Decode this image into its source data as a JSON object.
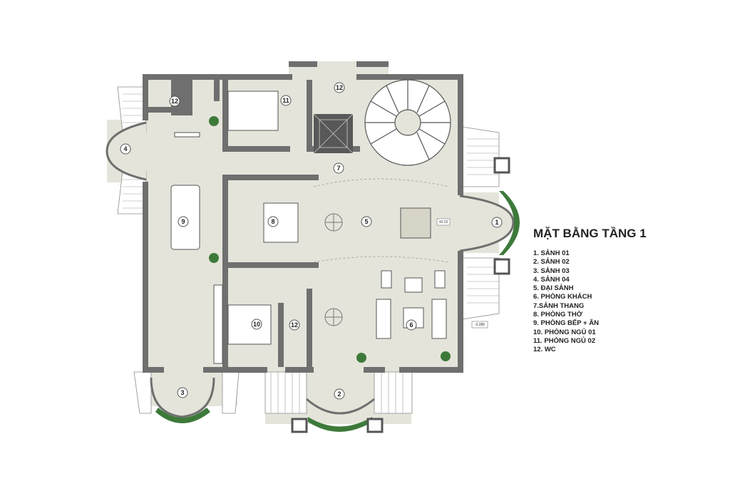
{
  "legend": {
    "title": "MẶT BẰNG TẦNG 1",
    "items": [
      "1. SẢNH 01",
      "2. SẢNH 02",
      "3. SẢNH 03",
      "4. SẢNH 04",
      "5. ĐẠI SẢNH",
      "6. PHÒNG KHÁCH",
      "7.SẢNH THANG",
      "8. PHÒNG THỜ",
      "9. PHÒNG BẾP + ĂN",
      "10. PHÒNG NGỦ 01",
      "11. PHÒNG NGỦ 02",
      "12. WC"
    ]
  },
  "room_markers": [
    "1",
    "2",
    "3",
    "4",
    "5",
    "6",
    "7",
    "8",
    "9",
    "10",
    "11",
    "12",
    "12",
    "12"
  ],
  "level_tags": [
    "±0.15",
    "-0.286"
  ],
  "colors": {
    "floor": "#e5e4da",
    "wall": "#6f6f6f",
    "wall_dark": "#585858",
    "stair": "#ffffff",
    "planter": "#3d7a3a",
    "marker_fill": "#ffffff"
  }
}
